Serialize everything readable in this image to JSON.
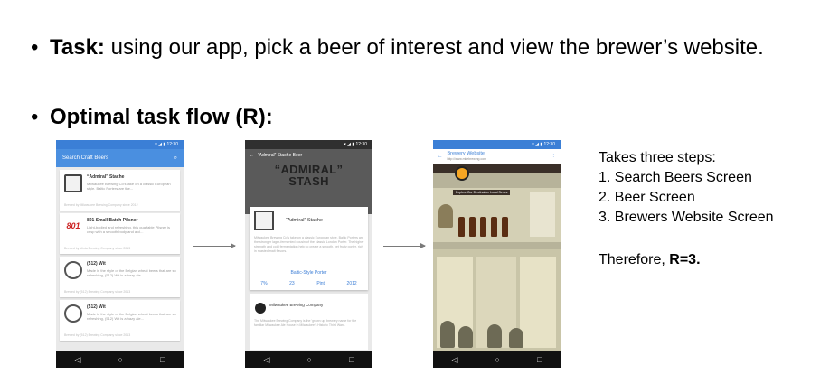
{
  "bullets": {
    "task_label": "Task:",
    "task_text": "using our app, pick a beer of interest and view the brewer’s website.",
    "flow_label": "Optimal task flow (R):",
    "bullet_glyph": "•"
  },
  "phone1": {
    "status": "▾ ◢ ▮ 12:30",
    "title": "Search Craft Beers",
    "search_icon": "⌕",
    "cards": [
      {
        "name": "“Admiral” Stache",
        "desc": "Milwaukee Brewing Co's take on a classic European style. Baltic Porters are the...",
        "foot": "Brewed by Milwaukee Brewing Company since 2012"
      },
      {
        "name": "801 Small Batch Pilsner",
        "desc": "Light-bodied and refreshing, this quaffable Pilsner is crisp with a smooth body and a cl...",
        "foot": "Brewed by Uinta Brewing Company since 2013"
      },
      {
        "name": "(512) Wit",
        "desc": "Made in the style of the Belgian wheat beers that are so refreshing, (512) Wit is a hazy ale...",
        "foot": "Brewed by (512) Brewing Company since 2013"
      },
      {
        "name": "(512) Wit",
        "desc": "Made in the style of the Belgian wheat beers that are so refreshing, (512) Wit is a hazy ale...",
        "foot": "Brewed by (512) Brewing Company since 2013"
      }
    ],
    "logo_801": "801"
  },
  "phone2": {
    "status": "▾ ◢ ▮ 12:30",
    "bar_title": "“Admiral” Stache Beer",
    "hero_title_1": "“ADMIRAL”",
    "hero_title_2": "STASH",
    "beer_name": "“Admiral” Stache",
    "beer_desc": "Milwaukee Brewing Co's take on a classic European style. Baltic Porters are the stronger lager-fermented cousin of the classic London Porter. The higher strength and cold fermentation help to create a smooth, yet fruity porter, rich in roasted malt flavors.",
    "style": "Baltic-Style Porter",
    "stats": [
      "7%",
      "23",
      "Pint",
      "2012"
    ],
    "brewer_name": "Milwaukee Brewing Company",
    "brewer_desc": "The Milwaukee Brewing Company is the 'grown up' brewery name for the familiar Milwaukee Ale House in Milwaukee's Historic Third Ward."
  },
  "phone3": {
    "status": "▾ ◢ ▮ 12:30",
    "bar_title": "Brewery Website",
    "url": "http://www.mkebrewing.com",
    "banner": "Explore Our Destination Local Series"
  },
  "nav": {
    "back": "◁",
    "home": "○",
    "recent": "□"
  },
  "notes": {
    "intro": "Takes three steps:",
    "steps": [
      "1. Search Beers Screen",
      "2. Beer Screen",
      "3. Brewers Website Screen"
    ],
    "therefore_prefix": "Therefore,",
    "therefore_value": "R=3."
  },
  "colors": {
    "accent": "#4a8fe0",
    "arrow": "#7a7a7a"
  }
}
